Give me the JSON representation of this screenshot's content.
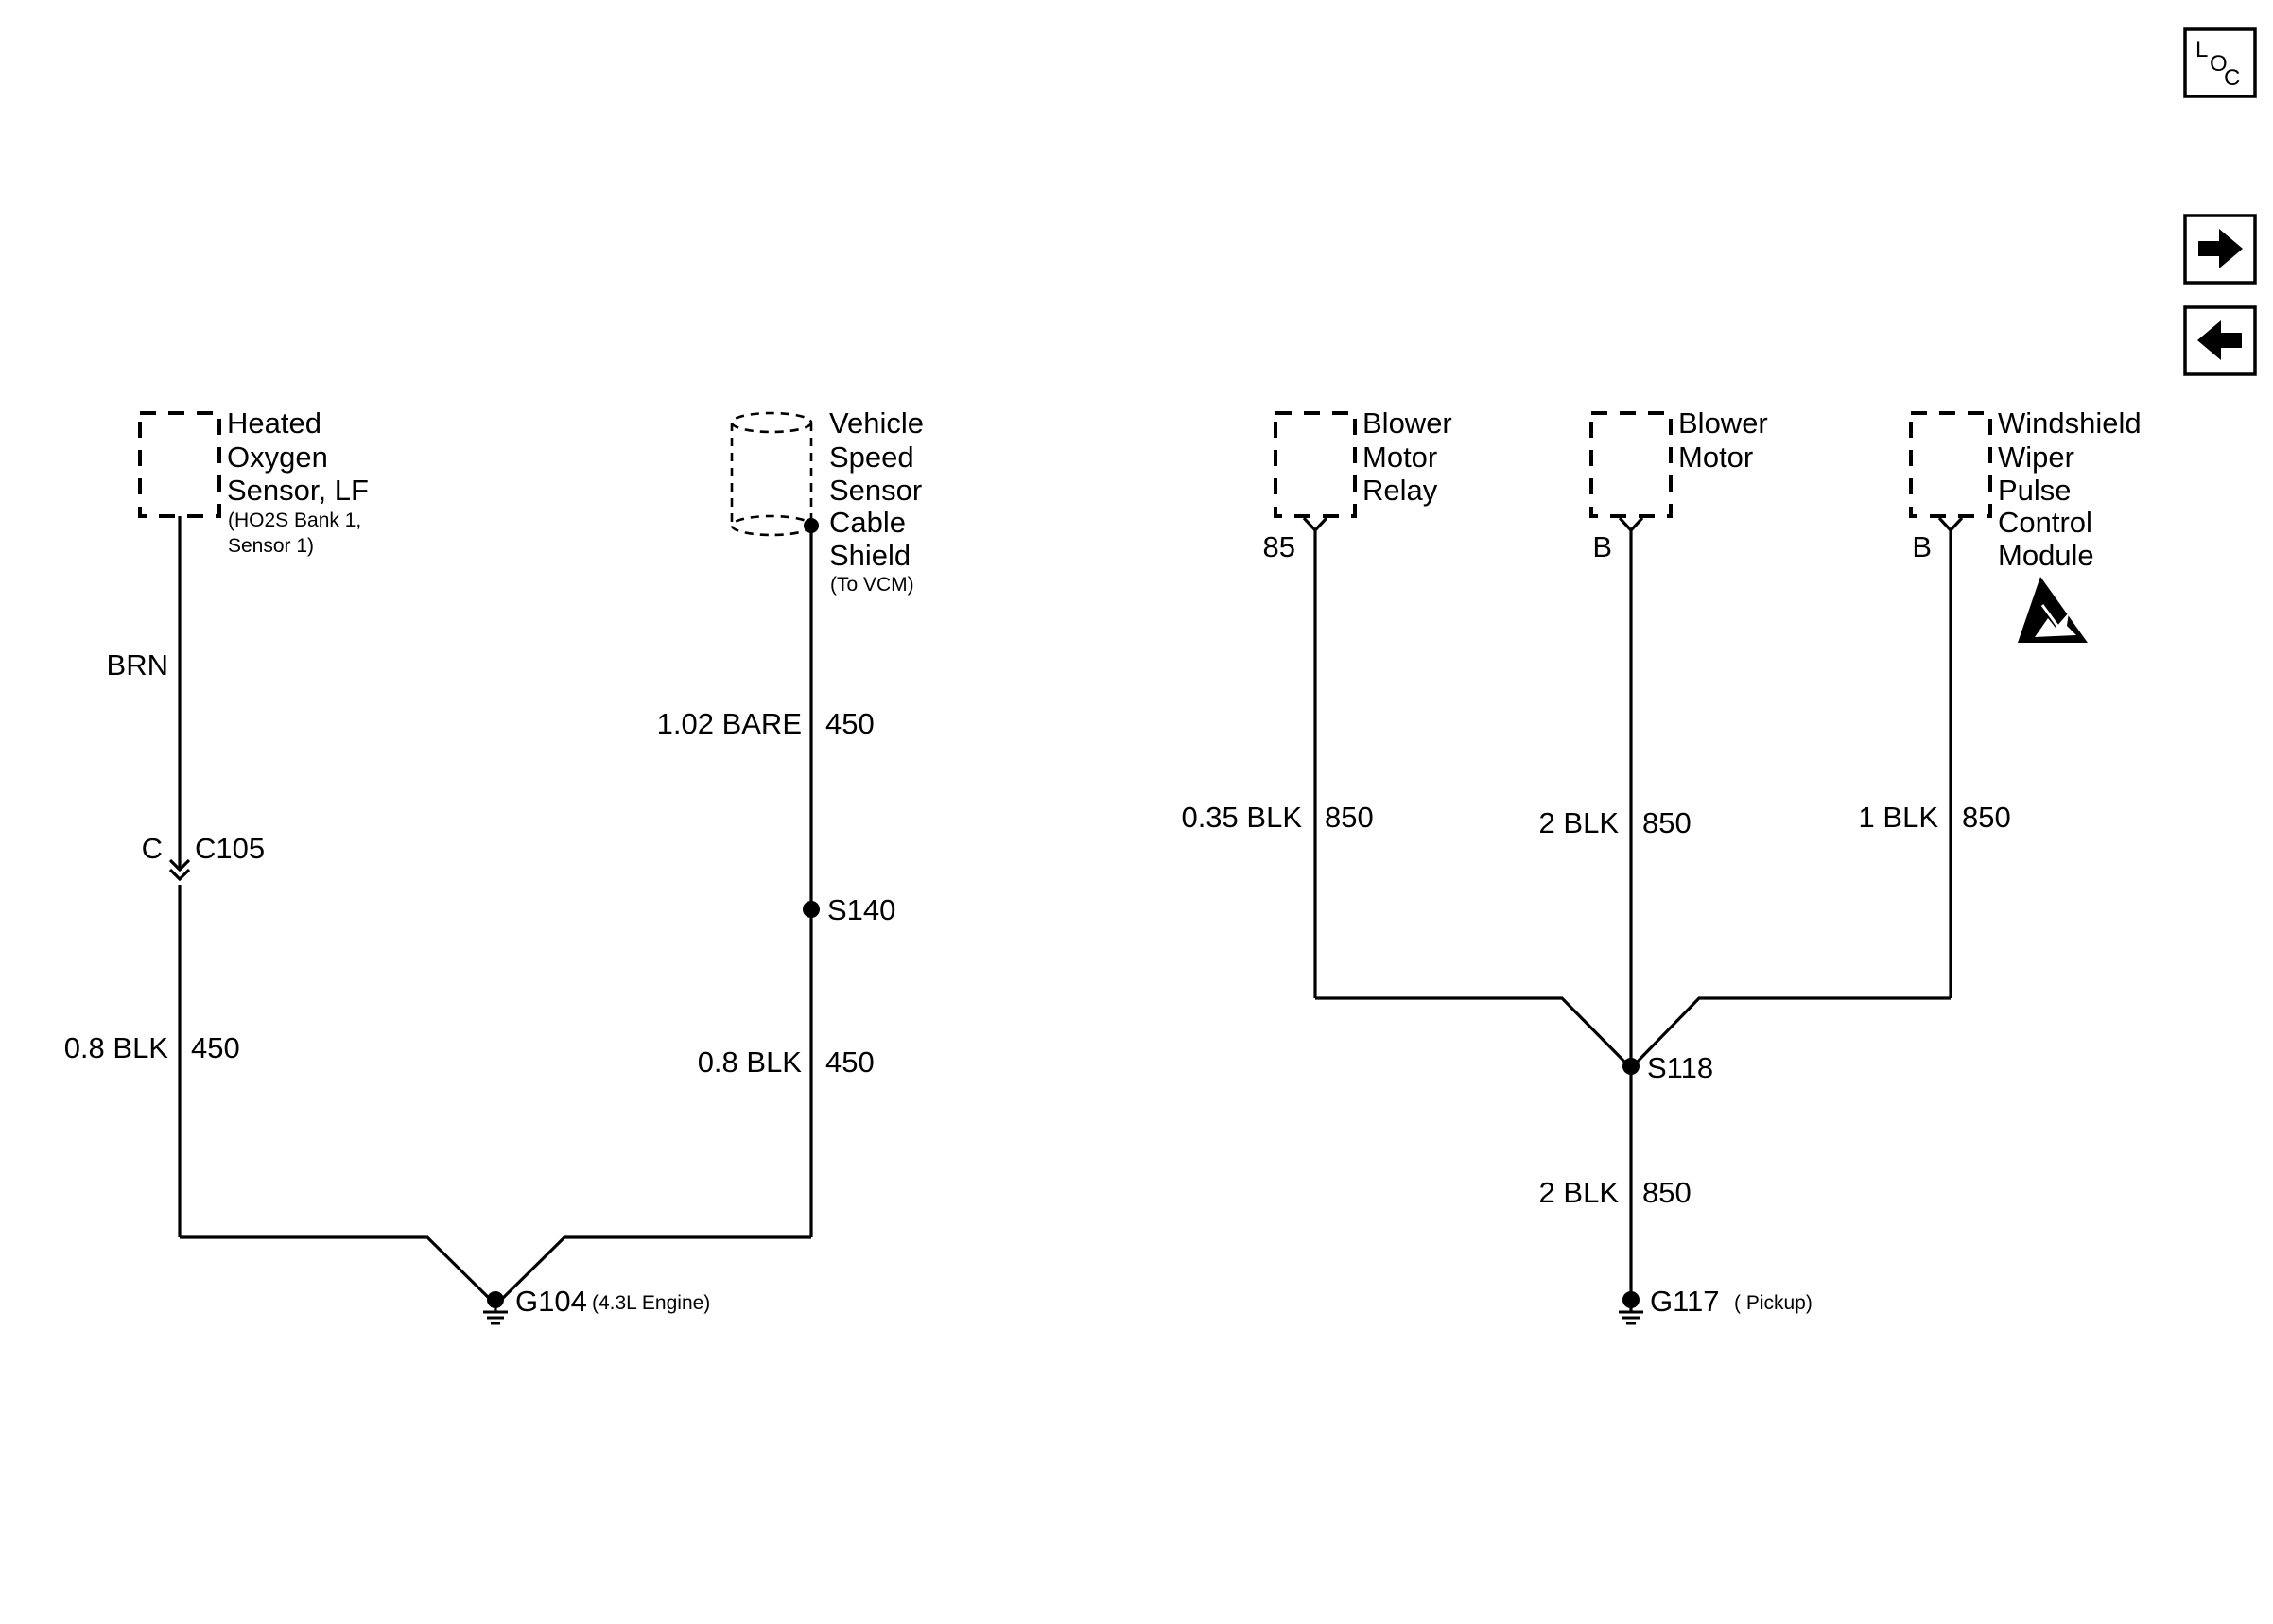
{
  "nav": {
    "loc_icon": "loc-icon",
    "loc_letters": [
      "L",
      "O",
      "C"
    ],
    "next_icon": "arrow-right-icon",
    "prev_icon": "arrow-left-icon"
  },
  "components": {
    "ho2s": {
      "title_lines": [
        "Heated",
        "Oxygen",
        "Sensor, LF"
      ],
      "note_lines": [
        "(HO2S Bank 1,",
        "Sensor 1)"
      ]
    },
    "vss": {
      "title_lines": [
        "Vehicle",
        "Speed",
        "Sensor",
        "Cable",
        "Shield"
      ],
      "note_lines": [
        "(To VCM)"
      ]
    },
    "blower_relay": {
      "title_lines": [
        "Blower",
        "Motor",
        "Relay"
      ],
      "pin": "85"
    },
    "blower_motor": {
      "title_lines": [
        "Blower",
        "Motor"
      ],
      "pin": "B"
    },
    "wiper_module": {
      "title_lines": [
        "Windshield",
        "Wiper",
        "Pulse",
        "Control",
        "Module"
      ],
      "pin": "B",
      "esd_icon": "esd-warning-icon"
    }
  },
  "wires": {
    "ho2s_color": "BRN",
    "connector_pin": "C",
    "connector_id": "C105",
    "ho2s_lower_gauge": "0.8 BLK",
    "ho2s_lower_circuit": "450",
    "vss_gauge": "1.02 BARE",
    "vss_circuit": "450",
    "vss_lower_gauge": "0.8 BLK",
    "vss_lower_circuit": "450",
    "relay_gauge": "0.35 BLK",
    "relay_circuit": "850",
    "blower_gauge": "2 BLK",
    "blower_circuit": "850",
    "wiper_gauge": "1 BLK",
    "wiper_circuit": "850",
    "ground_feed_gauge": "2 BLK",
    "ground_feed_circuit": "850"
  },
  "splices": {
    "s140": "S140",
    "s118": "S118"
  },
  "grounds": {
    "g104": {
      "id": "G104",
      "note": "(4.3L Engine)"
    },
    "g117": {
      "id": "G117",
      "note": "( Pickup)"
    }
  }
}
